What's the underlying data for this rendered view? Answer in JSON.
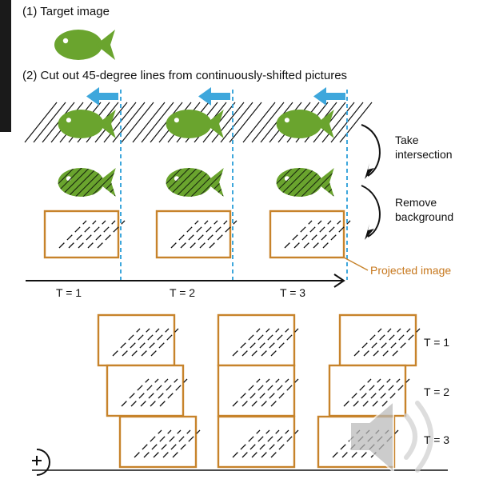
{
  "step1_text": "(1) Target image",
  "step2_text": "(2) Cut out 45-degree lines from continuously-shifted pictures",
  "take_intersection": "Take intersection",
  "remove_background": "Remove background",
  "projected_image": "Projected image",
  "time_labels": [
    "T = 1",
    "T = 2",
    "T = 3"
  ],
  "right_labels": [
    "T = 1",
    "T = 2",
    "T = 3"
  ],
  "colors": {
    "fish": "#6aa42e",
    "frame": "#c7832b",
    "arrow": "#3ea7dc",
    "guide": "#3ea7dc",
    "label_orange": "#c7781e"
  },
  "icons": [
    "fish-icon",
    "shift-arrow-icon",
    "speaker-icon",
    "add-icon"
  ]
}
